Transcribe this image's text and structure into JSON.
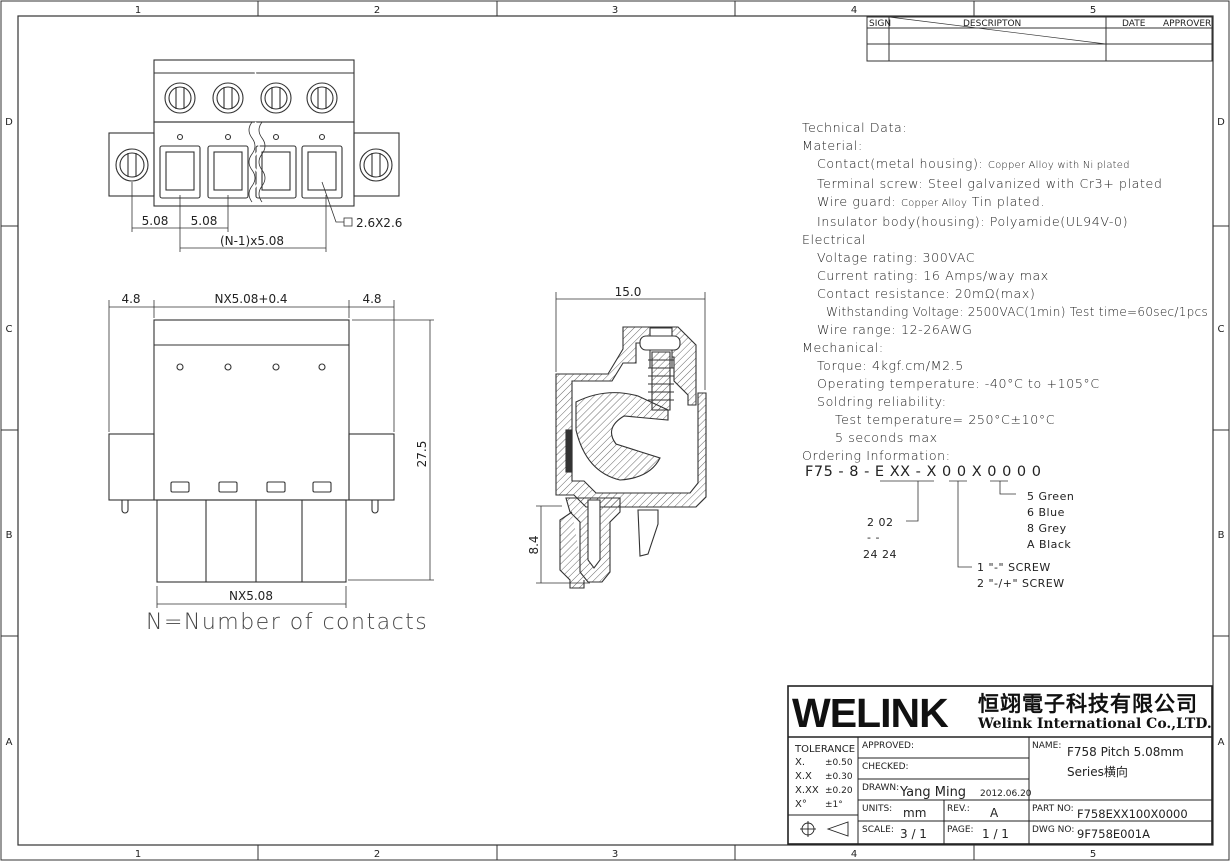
{
  "frame": {
    "columns": [
      "1",
      "2",
      "3",
      "4",
      "5"
    ],
    "rows": [
      "D",
      "C",
      "B",
      "A"
    ]
  },
  "revision_table": {
    "sign": "SIGN",
    "description": "DESCRIPTON",
    "date": "DATE",
    "approver": "APPROVER"
  },
  "dimensions": {
    "pitch_a": "5.08",
    "pitch_b": "5.08",
    "pitch_total": "(N-1)x5.08",
    "pin_square": "2.6X2.6",
    "flange_left": "4.8",
    "body_width": "NX5.08+0.4",
    "flange_right": "4.8",
    "height": "27.5",
    "bottom_width": "NX5.08",
    "side_width": "15.0",
    "side_height": "8.4"
  },
  "notes": {
    "n_label": "N=Number of contacts"
  },
  "technical": {
    "title": "Technical Data:",
    "material": "Material:",
    "contact_label": "Contact(metal housing):",
    "contact_value": "Copper Alloy with Ni plated",
    "screw": "Terminal screw: Steel galvanized with Cr3+ plated",
    "guard_label": "Wire guard:",
    "guard_value_small": "Copper Alloy",
    "guard_value": "Tin plated.",
    "insulator": "Insulator body(housing): Polyamide(UL94V-0)",
    "electrical": "Electrical",
    "voltage": "Voltage rating: 300VAC",
    "current": "Current rating: 16 Amps/way max",
    "resistance": "Contact resistance: 20mΩ(max)",
    "withstanding": "Withstanding Voltage: 2500VAC(1min) Test time=60sec/1pcs",
    "wire_range": "Wire range: 12-26AWG",
    "mechanical": "Mechanical:",
    "torque": "Torque: 4kgf.cm/M2.5",
    "op_temp": "Operating temperature: -40°C to +105°C",
    "soldring": "Soldring reliability:",
    "test_temp": "Test temperature= 250°C±10°C",
    "seconds": "5 seconds max",
    "ordering": "Ordering Information:"
  },
  "ordering": {
    "code": "F75 - 8 - E XX - X 0  0 X  0 0 0 0",
    "colors": [
      "5  Green",
      "6  Blue",
      "8  Grey",
      "A  Black"
    ],
    "pins_top": "2   02",
    "pins_dash": "-    -",
    "pins_bottom": "24  24",
    "screw_options": [
      "1   \"-\" SCREW",
      "2   \"-/+\" SCREW"
    ]
  },
  "title_block": {
    "logo": "WELINK",
    "company_cn": "恒翊電子科技有限公司",
    "company_en": "Welink International Co.,LTD.",
    "tolerance_label": "TOLERANCE",
    "tolerances": [
      {
        "key": "X.",
        "value": "±0.50"
      },
      {
        "key": "X.X",
        "value": "±0.30"
      },
      {
        "key": "X.XX",
        "value": "±0.20"
      },
      {
        "key": "X°",
        "value": "±1°"
      }
    ],
    "approved_label": "APPROVED:",
    "checked_label": "CHECKED:",
    "drawn_label": "DRAWN:",
    "drawn_by": "Yang Ming",
    "drawn_date": "2012.06.20",
    "units_label": "UNITS:",
    "units": "mm",
    "rev_label": "REV.:",
    "rev": "A",
    "scale_label": "SCALE:",
    "scale": "3 / 1",
    "page_label": "PAGE:",
    "page": "1 / 1",
    "name_label": "NAME:",
    "name_line1": "F758 Pitch 5.08mm",
    "name_line2": "Series横向",
    "part_label": "PART NO:",
    "part_no": "F758EXX100X0000",
    "dwg_label": "DWG NO:",
    "dwg_no": "9F758E001A"
  }
}
